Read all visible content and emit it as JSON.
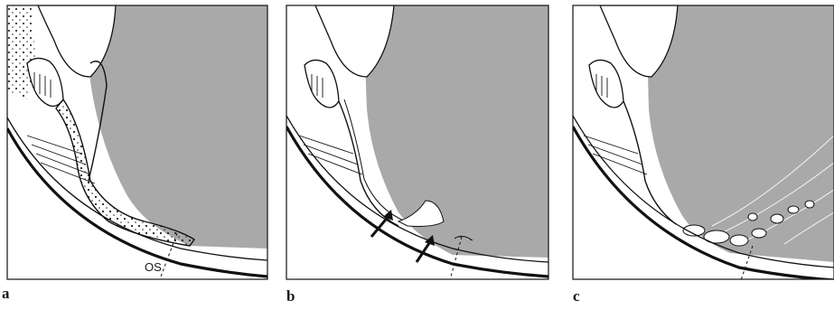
{
  "figure": {
    "panels": [
      {
        "letter": "a",
        "inline_label": "OS"
      },
      {
        "letter": "b"
      },
      {
        "letter": "c"
      }
    ]
  },
  "colors": {
    "vitreous": "#a9a9a9",
    "outline": "#111111",
    "paper": "#ffffff"
  }
}
